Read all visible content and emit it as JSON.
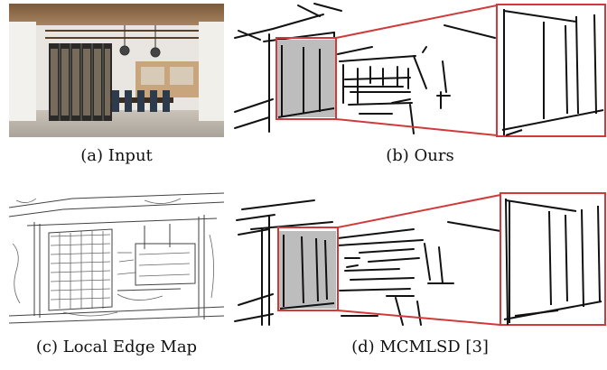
{
  "figure": {
    "panels": [
      {
        "id": "a",
        "caption": "(a) Input"
      },
      {
        "id": "b",
        "caption": "(b) Ours"
      },
      {
        "id": "c",
        "caption": "(c) Local Edge Map"
      },
      {
        "id": "d",
        "caption": "(d) MCMLSD [3]"
      }
    ]
  },
  "colors": {
    "highlight": "#d03a3a",
    "line": "#111111",
    "shade": "#bdbdbd"
  }
}
